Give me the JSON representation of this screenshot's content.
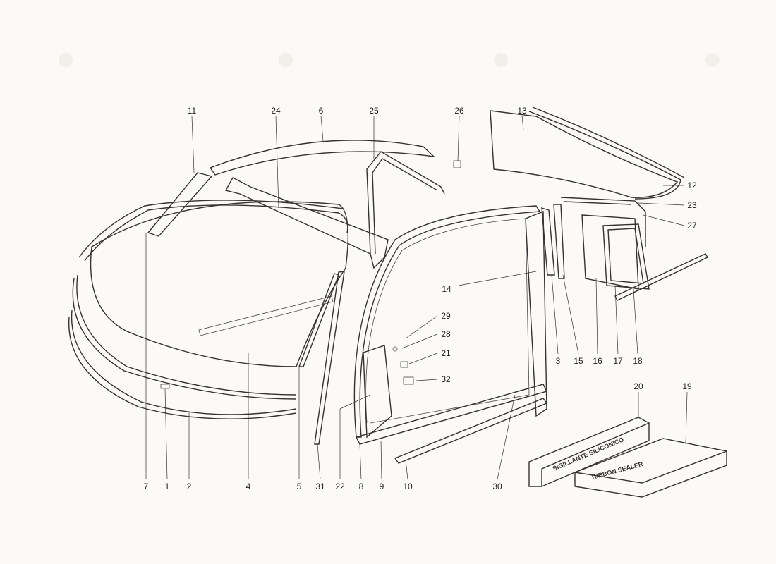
{
  "callouts": [
    {
      "id": "11",
      "label": "11"
    },
    {
      "id": "24",
      "label": "24"
    },
    {
      "id": "6",
      "label": "6"
    },
    {
      "id": "25",
      "label": "25"
    },
    {
      "id": "26",
      "label": "26"
    },
    {
      "id": "13",
      "label": "13"
    },
    {
      "id": "12",
      "label": "12"
    },
    {
      "id": "23",
      "label": "23"
    },
    {
      "id": "27",
      "label": "27"
    },
    {
      "id": "14",
      "label": "14"
    },
    {
      "id": "29",
      "label": "29"
    },
    {
      "id": "28",
      "label": "28"
    },
    {
      "id": "21",
      "label": "21"
    },
    {
      "id": "32",
      "label": "32"
    },
    {
      "id": "3",
      "label": "3"
    },
    {
      "id": "15",
      "label": "15"
    },
    {
      "id": "16",
      "label": "16"
    },
    {
      "id": "17",
      "label": "17"
    },
    {
      "id": "18",
      "label": "18"
    },
    {
      "id": "20",
      "label": "20"
    },
    {
      "id": "19",
      "label": "19"
    },
    {
      "id": "7",
      "label": "7"
    },
    {
      "id": "1",
      "label": "1"
    },
    {
      "id": "2",
      "label": "2"
    },
    {
      "id": "4",
      "label": "4"
    },
    {
      "id": "5",
      "label": "5"
    },
    {
      "id": "31",
      "label": "31"
    },
    {
      "id": "22",
      "label": "22"
    },
    {
      "id": "8",
      "label": "8"
    },
    {
      "id": "9",
      "label": "9"
    },
    {
      "id": "10",
      "label": "10"
    },
    {
      "id": "30",
      "label": "30"
    }
  ],
  "packaging": {
    "sealant_tube_text": "SIGILLANTE SILICONICO",
    "ribbon_box_text": "RIBBON SEALER"
  }
}
